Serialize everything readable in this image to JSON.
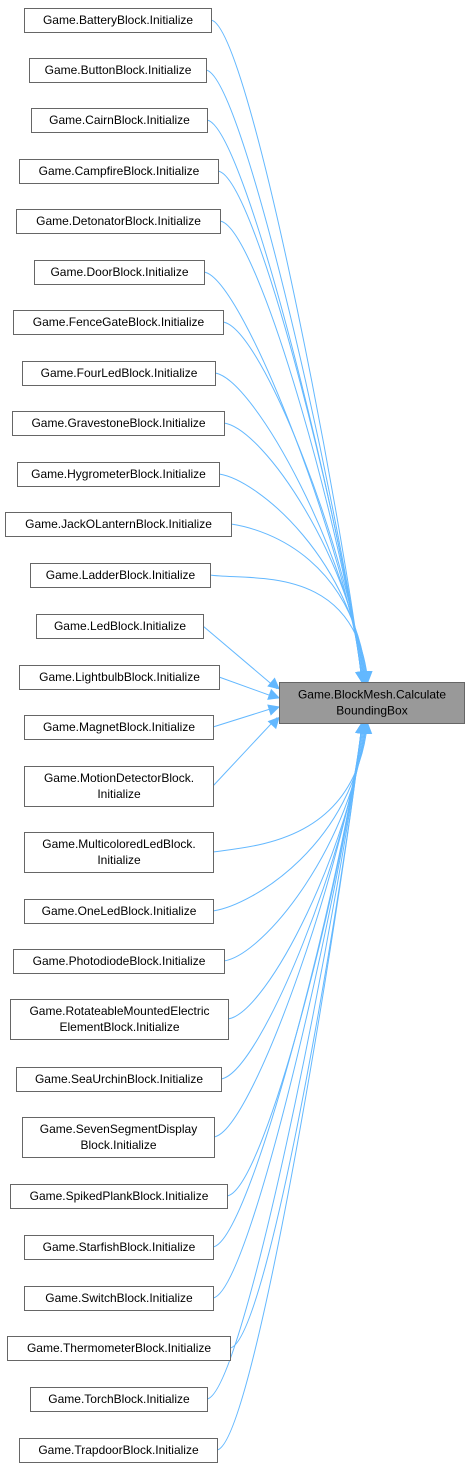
{
  "colors": {
    "edge": "#63b8ff",
    "target_fill": "#999999",
    "node_border": "#666666",
    "node_fill": "#ffffff"
  },
  "target": {
    "lines": [
      "Game.BlockMesh.Calculate",
      "BoundingBox"
    ]
  },
  "callers": [
    {
      "lines": [
        "Game.BatteryBlock.Initialize"
      ]
    },
    {
      "lines": [
        "Game.ButtonBlock.Initialize"
      ]
    },
    {
      "lines": [
        "Game.CairnBlock.Initialize"
      ]
    },
    {
      "lines": [
        "Game.CampfireBlock.Initialize"
      ]
    },
    {
      "lines": [
        "Game.DetonatorBlock.Initialize"
      ]
    },
    {
      "lines": [
        "Game.DoorBlock.Initialize"
      ]
    },
    {
      "lines": [
        "Game.FenceGateBlock.Initialize"
      ]
    },
    {
      "lines": [
        "Game.FourLedBlock.Initialize"
      ]
    },
    {
      "lines": [
        "Game.GravestoneBlock.Initialize"
      ]
    },
    {
      "lines": [
        "Game.HygrometerBlock.Initialize"
      ]
    },
    {
      "lines": [
        "Game.JackOLanternBlock.Initialize"
      ]
    },
    {
      "lines": [
        "Game.LadderBlock.Initialize"
      ]
    },
    {
      "lines": [
        "Game.LedBlock.Initialize"
      ]
    },
    {
      "lines": [
        "Game.LightbulbBlock.Initialize"
      ]
    },
    {
      "lines": [
        "Game.MagnetBlock.Initialize"
      ]
    },
    {
      "lines": [
        "Game.MotionDetectorBlock.",
        "Initialize"
      ]
    },
    {
      "lines": [
        "Game.MulticoloredLedBlock.",
        "Initialize"
      ]
    },
    {
      "lines": [
        "Game.OneLedBlock.Initialize"
      ]
    },
    {
      "lines": [
        "Game.PhotodiodeBlock.Initialize"
      ]
    },
    {
      "lines": [
        "Game.RotateableMountedElectric",
        "ElementBlock.Initialize"
      ]
    },
    {
      "lines": [
        "Game.SeaUrchinBlock.Initialize"
      ]
    },
    {
      "lines": [
        "Game.SevenSegmentDisplay",
        "Block.Initialize"
      ]
    },
    {
      "lines": [
        "Game.SpikedPlankBlock.Initialize"
      ]
    },
    {
      "lines": [
        "Game.StarfishBlock.Initialize"
      ]
    },
    {
      "lines": [
        "Game.SwitchBlock.Initialize"
      ]
    },
    {
      "lines": [
        "Game.ThermometerBlock.Initialize"
      ]
    },
    {
      "lines": [
        "Game.TorchBlock.Initialize"
      ]
    },
    {
      "lines": [
        "Game.TrapdoorBlock.Initialize"
      ]
    }
  ]
}
